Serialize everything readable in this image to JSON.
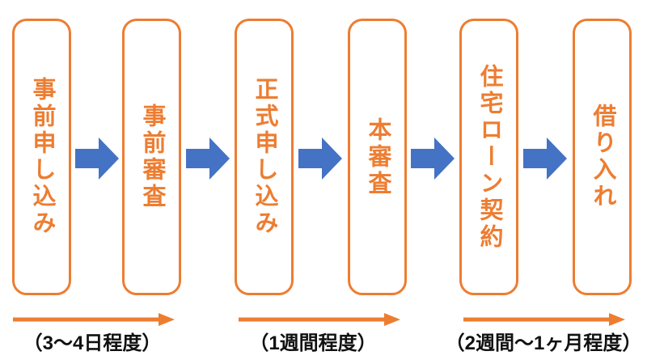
{
  "colors": {
    "box_border_orange": "#ED7D31",
    "step_text_orange": "#ED7D31",
    "arrow_blue": "#4472C4",
    "duration_arrow_orange": "#ED7D31",
    "duration_text_black": "#111111"
  },
  "icons": {
    "step_arrow": "arrow-right-icon",
    "duration_arrow": "arrow-right-icon"
  },
  "flow": {
    "steps": [
      {
        "label": "事前申し込み"
      },
      {
        "label": "事前審査"
      },
      {
        "label": "正式申し込み"
      },
      {
        "label": "本審査"
      },
      {
        "label": "住宅ローン契約"
      },
      {
        "label": "借り入れ"
      }
    ],
    "durations": [
      {
        "label": "（3〜4日程度）"
      },
      {
        "label": "（1週間程度）"
      },
      {
        "label": "（2週間〜1ヶ月程度）"
      }
    ]
  }
}
